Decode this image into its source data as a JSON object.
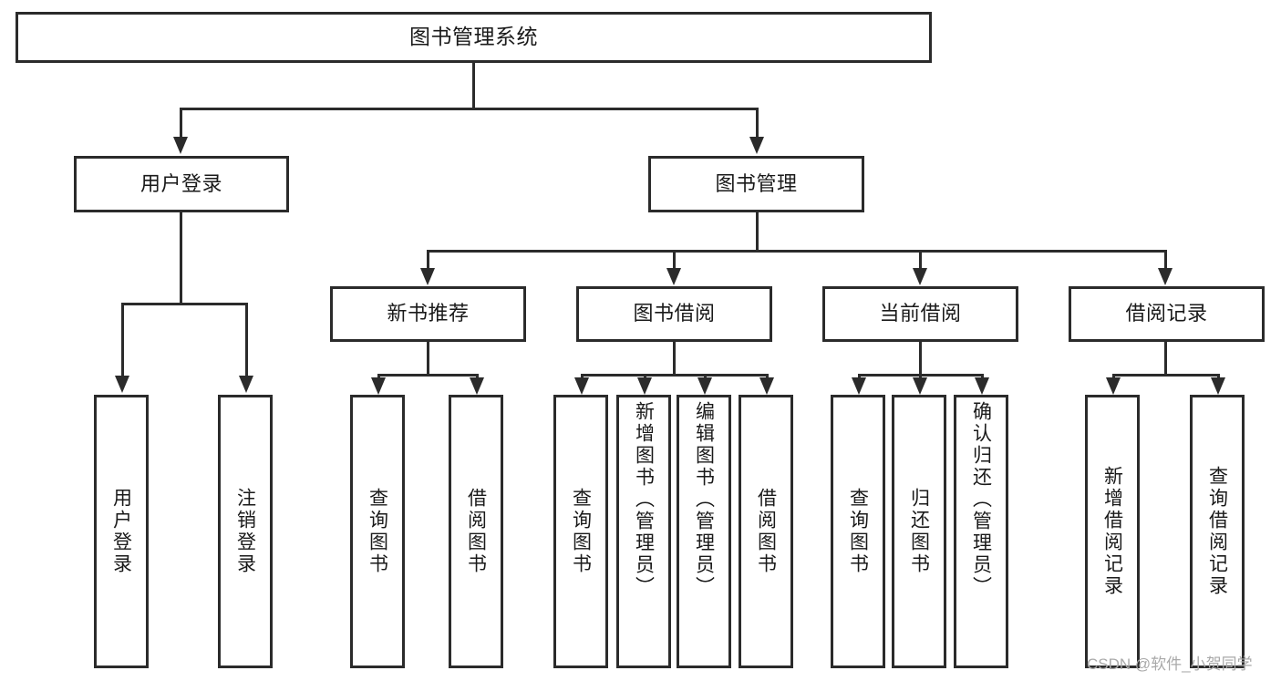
{
  "diagram": {
    "title": "图书管理系统",
    "type": "hierarchy-tree",
    "watermark": "CSDN @软件_小贺同学",
    "colors": {
      "stroke": "#2b2b2b",
      "fill": "#ffffff",
      "text": "#1a1a1a",
      "watermark": "#a9a9a9"
    },
    "nodes": {
      "root": {
        "label": "图书管理系统"
      },
      "level2": [
        {
          "label": "用户登录"
        },
        {
          "label": "图书管理"
        }
      ],
      "level3": [
        {
          "label": "新书推荐"
        },
        {
          "label": "图书借阅"
        },
        {
          "label": "当前借阅"
        },
        {
          "label": "借阅记录"
        }
      ],
      "leaves": {
        "user_login": [
          {
            "label": "用户登录"
          },
          {
            "label": "注销登录"
          }
        ],
        "new_book": [
          {
            "label": "查询图书"
          },
          {
            "label": "借阅图书"
          }
        ],
        "book_borrow": [
          {
            "label": "查询图书"
          },
          {
            "label": "新增图书（管理员）"
          },
          {
            "label": "编辑图书（管理员）"
          },
          {
            "label": "借阅图书"
          }
        ],
        "current_borrow": [
          {
            "label": "查询图书"
          },
          {
            "label": "归还图书"
          },
          {
            "label": "确认归还（管理员）"
          }
        ],
        "borrow_record": [
          {
            "label": "新增借阅记录"
          },
          {
            "label": "查询借阅记录"
          }
        ]
      }
    }
  }
}
